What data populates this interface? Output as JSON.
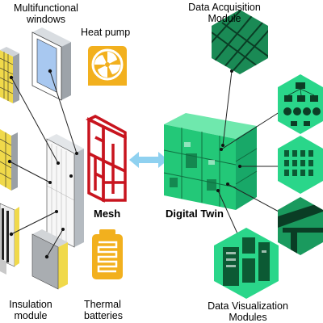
{
  "labels": {
    "multifunctional_windows": [
      "Multifunctional",
      "windows"
    ],
    "heat_pump": "Heat pump",
    "mesh": "Mesh",
    "digital_twin": "Digital Twin",
    "data_acquisition_module": [
      "Data Acquisition",
      "Module"
    ],
    "data_visualization_modules": [
      "Data Visualization",
      "Modules"
    ],
    "insulation_module": [
      "Insulation",
      "module"
    ],
    "thermal_batteries": [
      "Thermal",
      "batteries"
    ]
  },
  "colors": {
    "accent_green": "#1fd17e",
    "dark_green": "#0c5a34",
    "hex_fill": "#2ad68a",
    "arrow_blue": "#8fd1f0",
    "mesh_red": "#c8141e",
    "heat_pump_gold": "#f2b01e",
    "battery_gold": "#f2b01e",
    "window_blue": "#a8c8f0"
  },
  "icons": [
    "heat-pump-icon",
    "thermal-battery-icon",
    "double-arrow-icon"
  ]
}
